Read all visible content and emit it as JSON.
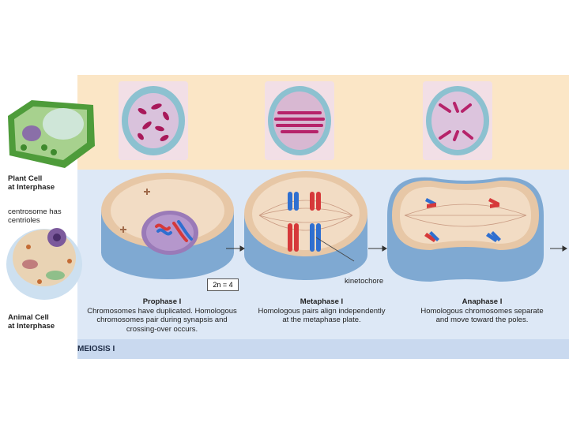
{
  "left": {
    "plant_label_line1": "Plant Cell",
    "plant_label_line2": "at Interphase",
    "centrosome_line1": "centrosome has",
    "centrosome_line2": "centrioles",
    "animal_label_line1": "Animal Cell",
    "animal_label_line2": "at Interphase"
  },
  "stages": [
    {
      "title": "Prophase I",
      "text1": "Chromosomes have duplicated. Homologous",
      "text2": "chromosomes pair during synapsis and",
      "text3": "crossing-over occurs."
    },
    {
      "title": "Metaphase I",
      "text1": "Homologous pairs align independently",
      "text2": "at the metaphase plate.",
      "text3": ""
    },
    {
      "title": "Anaphase I",
      "text1": "Homologous chromosomes separate",
      "text2": "and move toward the poles.",
      "text3": ""
    }
  ],
  "ploidy": "2n = 4",
  "kinetochore_label": "kinetochore",
  "section_label": "MEIOSIS I",
  "colors": {
    "chromosome_red": "#d6393a",
    "chromosome_blue": "#2f6fd0",
    "band_top": "#fbe6c6",
    "band_mid": "#dde8f6"
  }
}
